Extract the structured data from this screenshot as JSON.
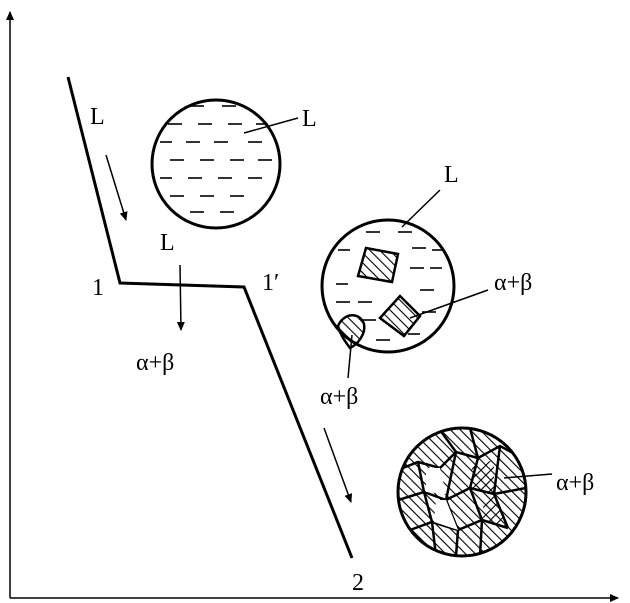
{
  "labels": {
    "curve_liquid": "L",
    "curve_liquid_2": "L",
    "curve_solid": "α+β",
    "point_1": "1",
    "point_1_prime": "1′",
    "point_2": "2",
    "circle1_liquid": "L",
    "circle2_liquid": "L",
    "circle2_solid_right": "α+β",
    "circle2_solid_bottom": "α+β",
    "circle3_solid": "α+β"
  }
}
